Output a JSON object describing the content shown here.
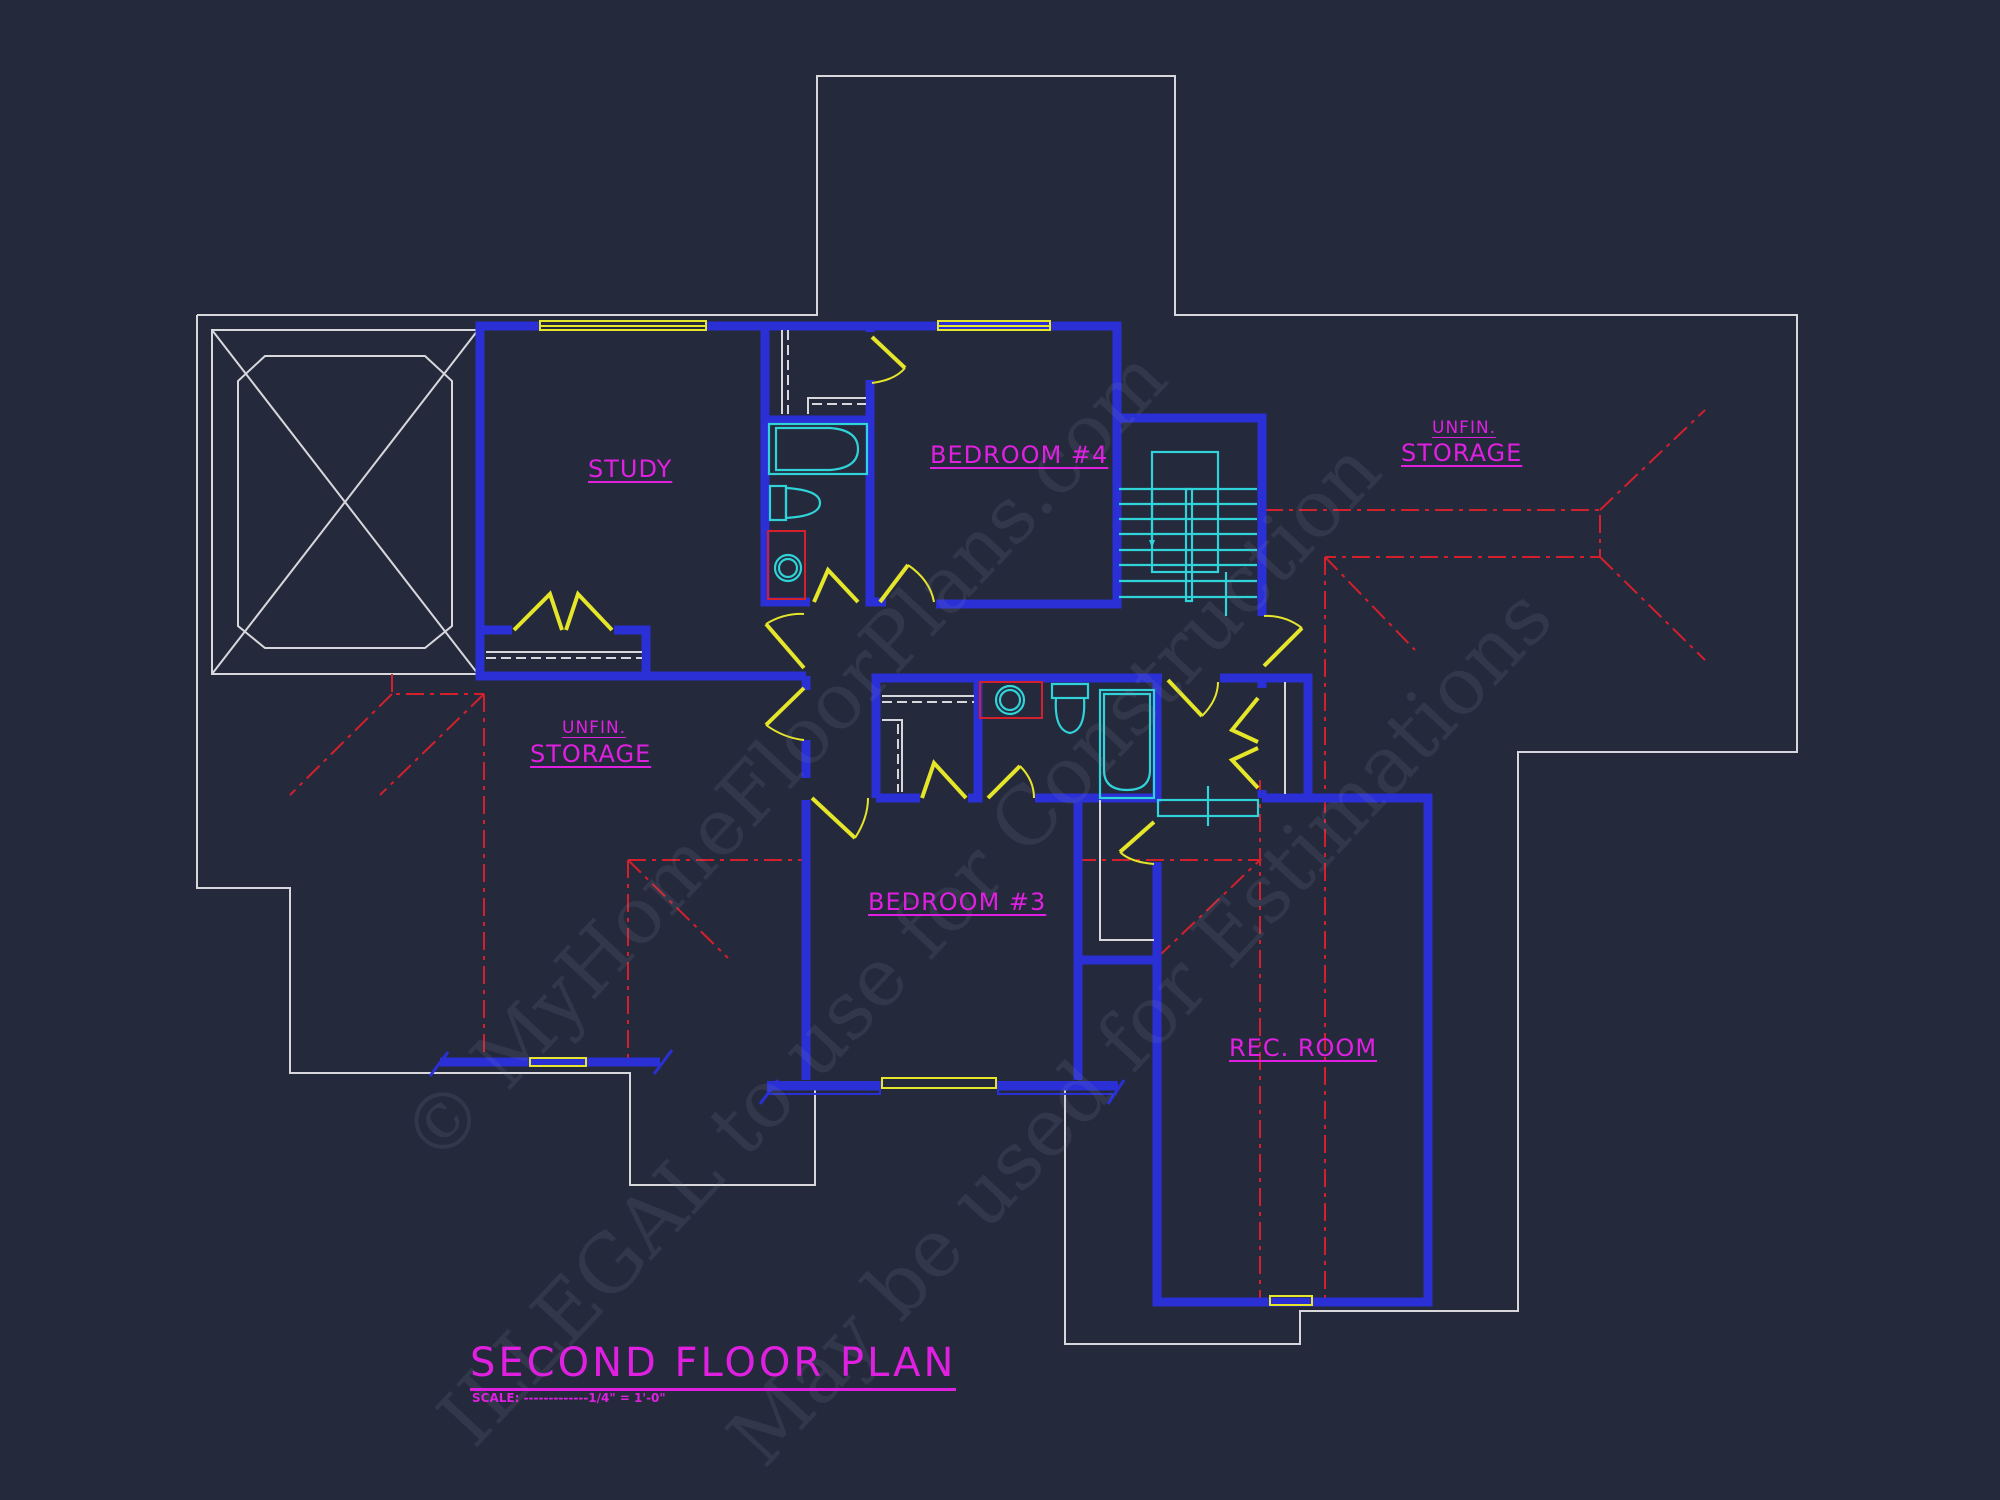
{
  "drawing": {
    "title": "SECOND FLOOR PLAN",
    "scale": "SCALE: -------------1/4\" = 1'-0\"",
    "background_color": "#24293c",
    "colors": {
      "labels": "#e020e0",
      "walls": "#2a2fd6",
      "doors_windows": "#e5e52a",
      "fixtures": "#2fd3d8",
      "ridge_lines": "#d4202c",
      "outline": "#d8d8dc"
    }
  },
  "rooms": [
    {
      "id": "study",
      "label": "STUDY"
    },
    {
      "id": "bedroom4",
      "label": "BEDROOM #4"
    },
    {
      "id": "storage-ne",
      "sublabel": "UNFIN.",
      "label": "STORAGE"
    },
    {
      "id": "storage-w",
      "sublabel": "UNFIN.",
      "label": "STORAGE"
    },
    {
      "id": "bedroom3",
      "label": "BEDROOM #3"
    },
    {
      "id": "rec-room",
      "label": "REC. ROOM"
    }
  ],
  "watermarks": [
    "© MyHomeFloorPlans.com",
    "ILLEGAL to use for Construction",
    "May be used for Estimations"
  ]
}
